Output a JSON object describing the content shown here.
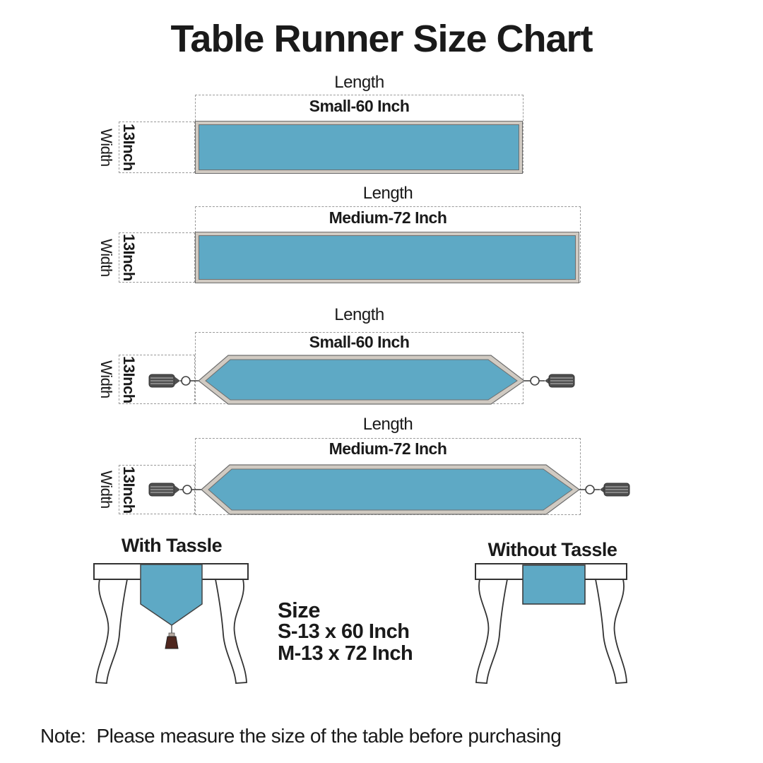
{
  "title": "Table Runner Size Chart",
  "colors": {
    "runner_fill": "#5EA9C5",
    "runner_border": "#D0CAC2",
    "runner_line": "#6E6E6E",
    "dash": "#9A9A9A",
    "text": "#1A1A1A",
    "tassel_gray": "#4E4E4E",
    "tassel_stripe": "#9A9A9A",
    "tassel_maroon": "#4E261E"
  },
  "diagrams": [
    {
      "length_label": "Length",
      "size_label": "Small-60 Inch",
      "width_label": "Width",
      "width_value": "13Inch",
      "shape": "rectangle",
      "tassels": false
    },
    {
      "length_label": "Length",
      "size_label": "Medium-72 Inch",
      "width_label": "Width",
      "width_value": "13Inch",
      "shape": "rectangle",
      "tassels": false
    },
    {
      "length_label": "Length",
      "size_label": "Small-60 Inch",
      "width_label": "Width",
      "width_value": "13Inch",
      "shape": "pointed",
      "tassels": true
    },
    {
      "length_label": "Length",
      "size_label": "Medium-72 Inch",
      "width_label": "Width",
      "width_value": "13Inch",
      "shape": "pointed",
      "tassels": true
    }
  ],
  "footer": {
    "with_tassle_label": "With Tassle",
    "without_tassle_label": "Without Tassle",
    "size_heading": "Size",
    "size_lines": [
      "S-13 x 60 Inch",
      "M-13 x 72 Inch"
    ]
  },
  "note": {
    "prefix": "Note:",
    "text": "Please measure the size of the table before purchasing"
  }
}
